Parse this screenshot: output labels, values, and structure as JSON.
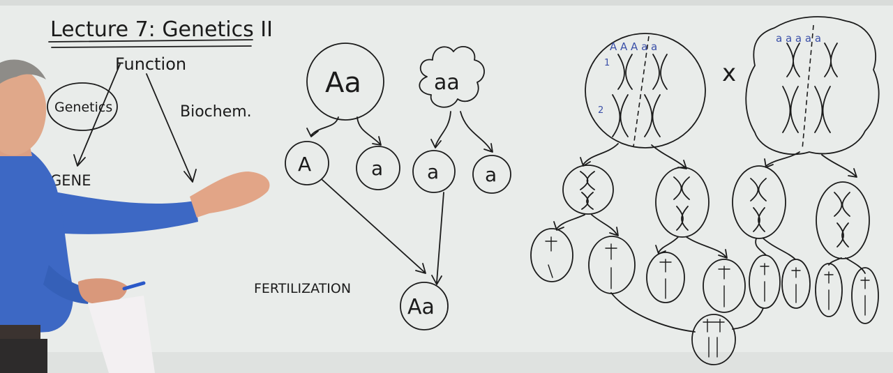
{
  "board": {
    "title": "Lecture 7: Genetics II",
    "function_label": "Function",
    "genetics_label": "Genetics",
    "biochem_label": "Biochem.",
    "gene_label": "GENE",
    "fertilization_label": "FERTILIZATION"
  },
  "cross": {
    "parent1": "Aa",
    "parent2": "aa",
    "gamete1": "A",
    "gamete2": "a",
    "gamete3": "a",
    "gamete4": "a",
    "offspring": "Aa"
  },
  "meiosis": {
    "cross_symbol": "x",
    "label_1": "1",
    "label_2": "2",
    "cell1_alleles": "A A A a a",
    "cell2_alleles": "a a a a a"
  },
  "colors": {
    "board": "#e9ecea",
    "marker_black": "#1b1b1b",
    "marker_blue": "#3a4fa8",
    "shirt_blue": "#3d68c4"
  }
}
